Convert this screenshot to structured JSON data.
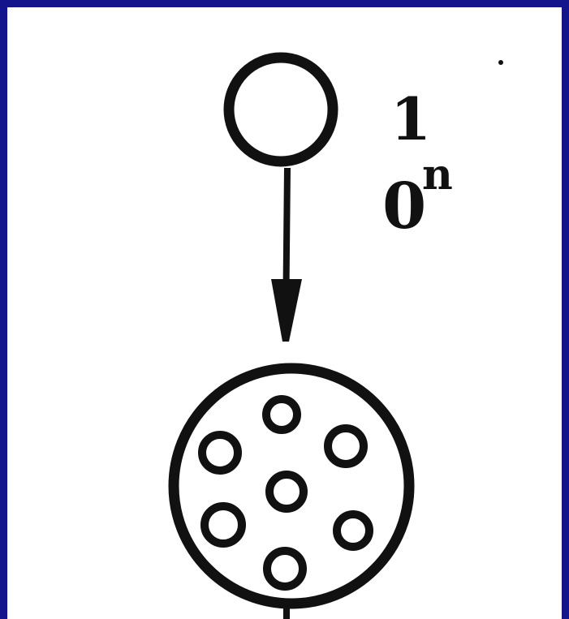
{
  "diagram": {
    "labels": {
      "top_exponent": "1",
      "top_base": "0",
      "top_superscript": "n"
    },
    "colors": {
      "frame": "#14148c",
      "stroke": "#111111",
      "background": "#ffffff"
    },
    "nodes": {
      "source": "single-circle",
      "target": "cluster-circle"
    },
    "cluster_inner_circle_count": 7
  }
}
